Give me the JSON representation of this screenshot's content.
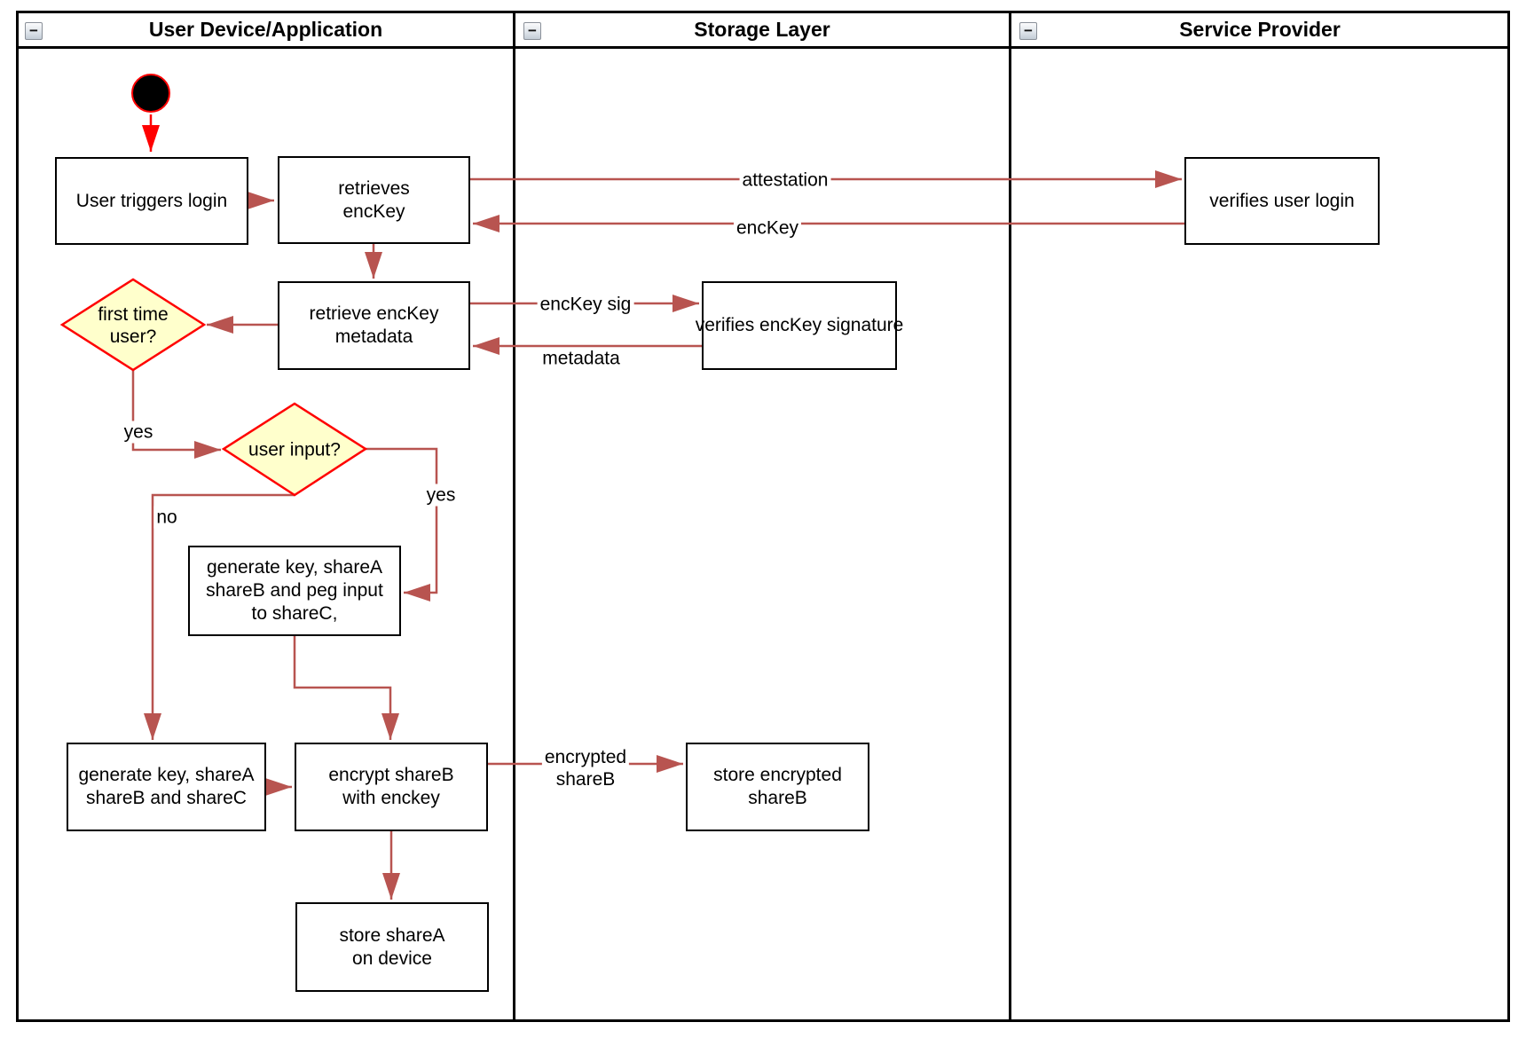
{
  "colors": {
    "connector": "#b85450",
    "start_accent": "#ff0000",
    "decision_border": "#ff0000",
    "decision_fill": "#ffffcc",
    "swimlane_border": "#000000",
    "node_border": "#000000",
    "node_fill": "#ffffff",
    "text": "#000000"
  },
  "icons": {
    "collapse": "−"
  },
  "lanes": [
    {
      "title": "User Device/Application"
    },
    {
      "title": "Storage Layer"
    },
    {
      "title": "Service Provider"
    }
  ],
  "nodes": {
    "start": {
      "type": "initial-node"
    },
    "user_triggers_login": {
      "label": "User triggers login"
    },
    "retrieves_enckey": {
      "lines": [
        "retrieves",
        "encKey"
      ]
    },
    "verifies_user_login": {
      "label": "verifies user login"
    },
    "retrieve_enckey_metadata": {
      "lines": [
        "retrieve encKey",
        "metadata"
      ]
    },
    "first_time_user": {
      "lines": [
        "first time",
        "user?"
      ]
    },
    "verifies_enckey_signature": {
      "label": "verifies encKey signature"
    },
    "user_input": {
      "label": "user input?"
    },
    "generate_key_peg": {
      "lines": [
        "generate key, shareA",
        "shareB and peg input",
        "to shareC,"
      ]
    },
    "generate_key_sharec": {
      "lines": [
        "generate key, shareA",
        "shareB and shareC"
      ]
    },
    "encrypt_shareb": {
      "lines": [
        "encrypt shareB",
        "with enckey"
      ]
    },
    "store_encrypted_shareb": {
      "lines": [
        "store encrypted",
        "shareB"
      ]
    },
    "store_sharea": {
      "lines": [
        "store shareA",
        "on device"
      ]
    }
  },
  "edge_labels": {
    "attestation": "attestation",
    "enckey": "encKey",
    "enckey_sig": "encKey sig",
    "metadata": "metadata",
    "first_time_user_yes": "yes",
    "user_input_no": "no",
    "user_input_yes": "yes",
    "encrypted_shareb": {
      "lines": [
        "encrypted",
        "shareB"
      ]
    }
  }
}
